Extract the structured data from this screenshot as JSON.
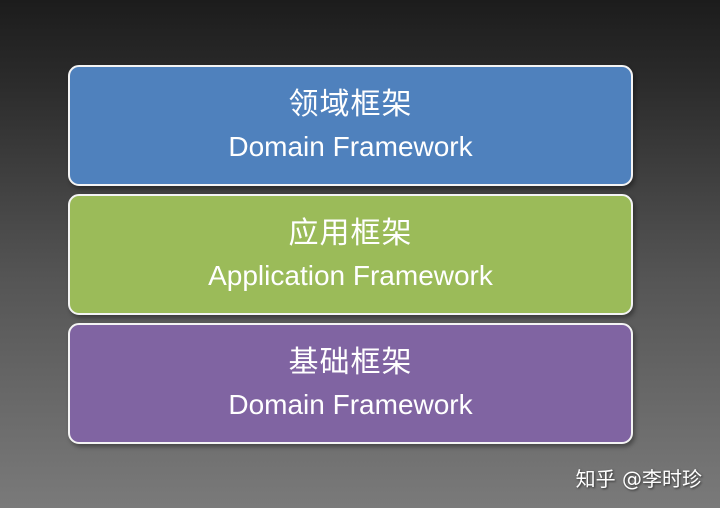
{
  "layers": [
    {
      "zh": "领域框架",
      "en": "Domain Framework",
      "color": "#4f81bd"
    },
    {
      "zh": "应用框架",
      "en": "Application Framework",
      "color": "#9bbb59"
    },
    {
      "zh": "基础框架",
      "en": "Domain Framework",
      "color": "#8064a2"
    }
  ],
  "watermark": "知乎 @李时珍"
}
